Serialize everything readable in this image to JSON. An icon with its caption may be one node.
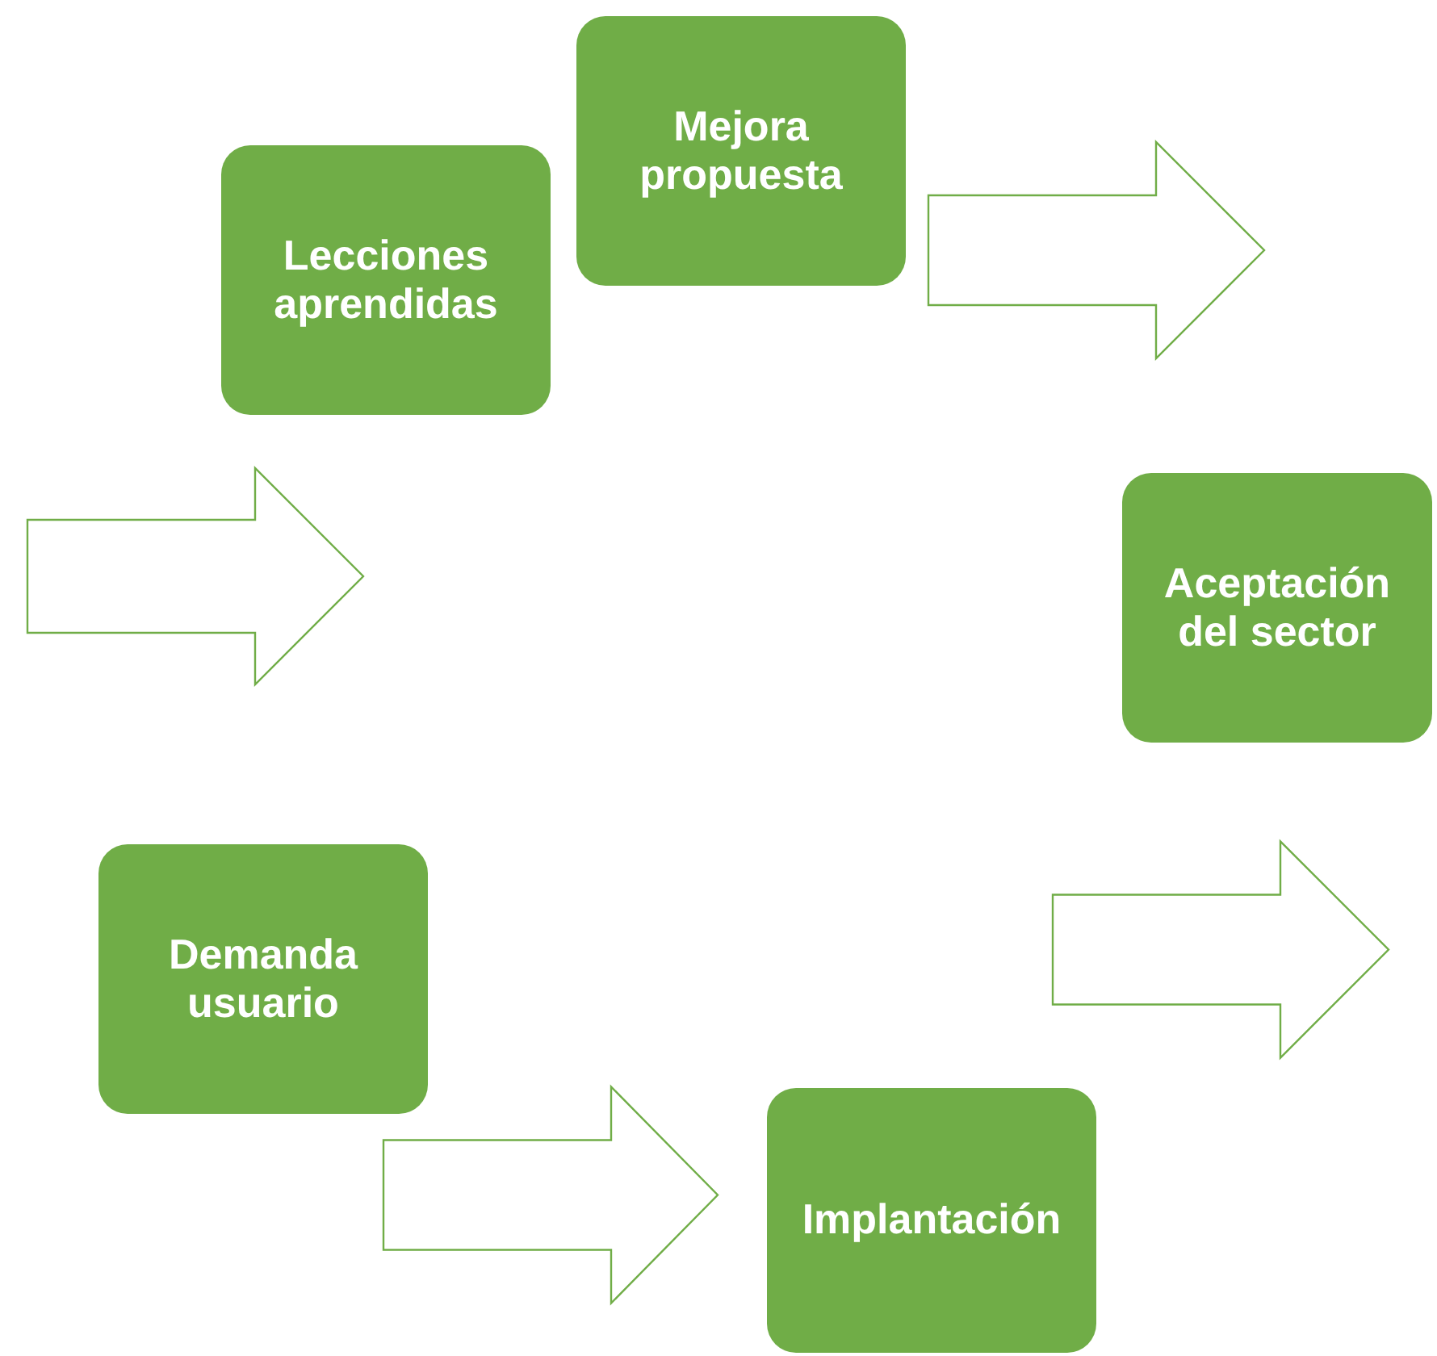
{
  "diagram": {
    "nodes": [
      {
        "text": [
          "Lecciones aprendidas"
        ]
      },
      {
        "text": [
          "Mejora propuesta"
        ]
      },
      {
        "text": [
          "Aceptación del sector"
        ]
      },
      {
        "text": [
          "Demanda usuario"
        ]
      },
      {
        "text": [
          "Implantación"
        ]
      }
    ],
    "edges": [
      {
        "from": 3,
        "to": 0,
        "arrow": "to"
      },
      {
        "from": 1,
        "to": 2,
        "arrow": "to"
      },
      {
        "from": 4,
        "to": 2,
        "arrow": "to"
      },
      {
        "from": 3,
        "to": 4,
        "arrow": "to"
      }
    ]
  }
}
